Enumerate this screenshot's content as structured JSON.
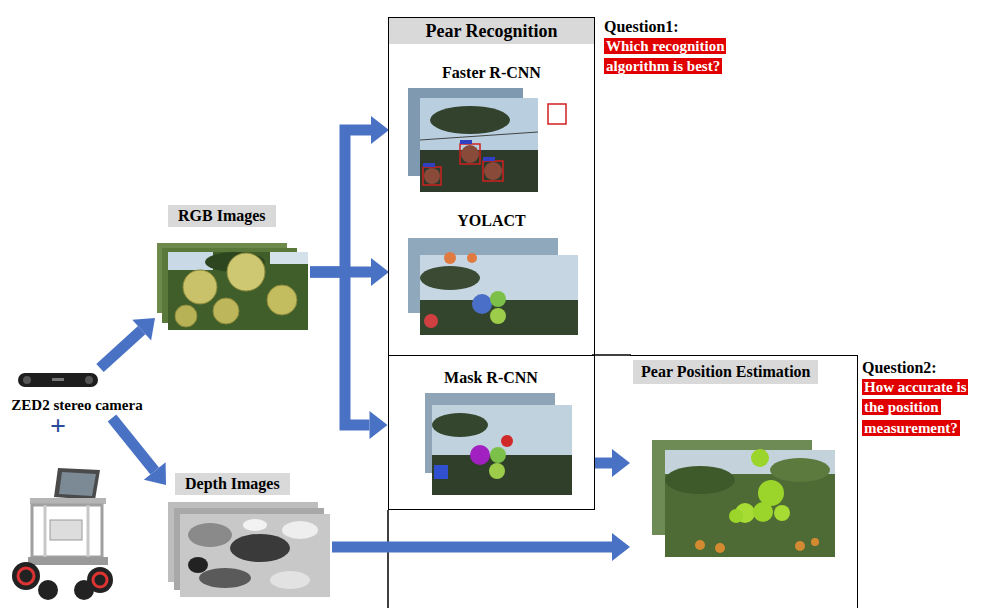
{
  "diagram": {
    "nodes": [
      {
        "text": [
          "Pear Recognition"
        ]
      },
      {
        "text": [
          "Faster R-CNN"
        ],
        "in": 0
      },
      {
        "text": [
          "YOLACT"
        ],
        "in": 0
      },
      {
        "text": [
          "Mask R-CNN"
        ],
        "in": 0
      },
      {
        "text": [
          "Pear Position Estimation"
        ]
      },
      {
        "text": [
          "ZED2 stereo camera"
        ]
      },
      {
        "text": [
          "RGB Images"
        ]
      },
      {
        "text": [
          "Depth Images"
        ]
      },
      {
        "text": [
          "Question1:",
          "Which recognition algorithm is best?"
        ]
      },
      {
        "text": [
          "Question2:",
          "How accurate is the position measurement?"
        ]
      }
    ],
    "edges": [
      {
        "from": 5,
        "to": 6,
        "arrow": "to"
      },
      {
        "from": 5,
        "to": 7,
        "arrow": "to"
      },
      {
        "from": 6,
        "to": 1,
        "arrow": "to"
      },
      {
        "from": 6,
        "to": 2,
        "arrow": "to"
      },
      {
        "from": 6,
        "to": 3,
        "arrow": "to"
      },
      {
        "from": 3,
        "to": 4,
        "arrow": "to"
      },
      {
        "from": 7,
        "to": 4,
        "arrow": "to"
      }
    ],
    "labels": [
      "+"
    ]
  }
}
